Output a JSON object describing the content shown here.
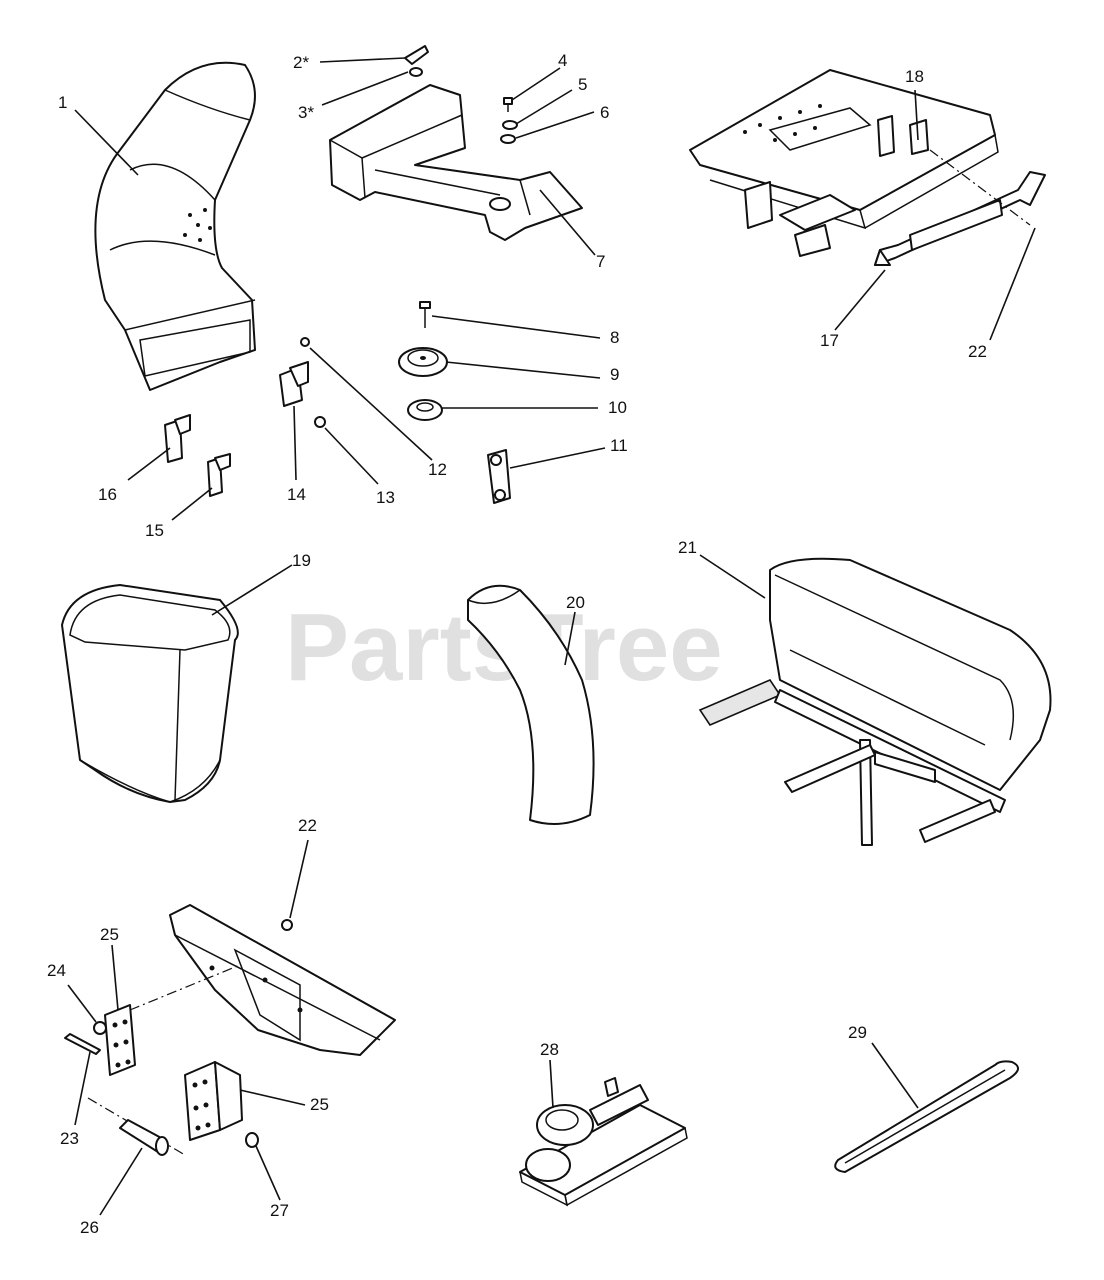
{
  "watermark": "PartsTree",
  "callouts": {
    "c1": "1",
    "c2": "2*",
    "c3": "3*",
    "c4": "4",
    "c5": "5",
    "c6": "6",
    "c7": "7",
    "c8": "8",
    "c9": "9",
    "c10": "10",
    "c11": "11",
    "c12": "12",
    "c13": "13",
    "c14": "14",
    "c15": "15",
    "c16": "16",
    "c17": "17",
    "c18": "18",
    "c19": "19",
    "c20": "20",
    "c21": "21",
    "c22a": "22",
    "c22b": "22",
    "c23": "23",
    "c24": "24",
    "c25a": "25",
    "c25b": "25",
    "c26": "26",
    "c27": "27",
    "c28": "28",
    "c29": "29"
  }
}
